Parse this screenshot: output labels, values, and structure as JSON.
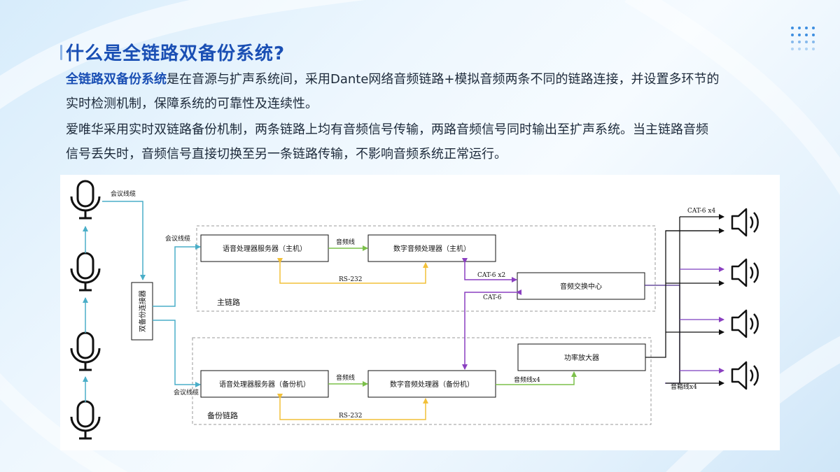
{
  "title": "什么是全链路双备份系统?",
  "paragraph1": {
    "bold": "全链路双备份系统",
    "rest_line1": "是在音源与扩声系统间，采用Dante网络音频链路+模拟音频两条不同的链路连接，并设置多环节的",
    "line2": "实时检测机制，保障系统的可靠性及连续性。"
  },
  "paragraph2": {
    "line1": "爱唯华采用实时双链路备份机制，两条链路上均有音频信号传输，两路音频信号同时输出至扩声系统。当主链路音频",
    "line2": "信号丢失时，音频信号直接切换至另一条链路传输，不影响音频系统正常运行。"
  },
  "diagram": {
    "connector": "双备份连接器",
    "main_group": "主链路",
    "backup_group": "备份链路",
    "main_voice": "语音处理器服务器（主机）",
    "main_dsp": "数字音频处理器（主机）",
    "backup_voice": "语音处理器服务器（备份机）",
    "backup_dsp": "数字音频处理器（备份机）",
    "switch_center": "音频交换中心",
    "amplifier": "功率放大器",
    "lbl_meeting_cable_top": "会议线缆",
    "lbl_meeting_cable_main": "会议线缆",
    "lbl_meeting_cable_backup": "会议线缆",
    "lbl_audio_cable_main": "音频线",
    "lbl_audio_cable_backup": "音频线",
    "lbl_rs232_main": "RS-232",
    "lbl_rs232_backup": "RS-232",
    "lbl_cat6_x2": "CAT-6 x2",
    "lbl_cat6": "CAT-6",
    "lbl_audio_cable_x4": "音频线x4",
    "lbl_cat6_x4_out": "CAT-6 x4",
    "lbl_speaker_cable_x4": "音箱线x4"
  },
  "colors": {
    "title": "#1a4fb4",
    "cyan_line": "#4aaec8",
    "green_line": "#7cc04a",
    "yellow_line": "#f2c038",
    "purple_line": "#8a3fc0"
  }
}
